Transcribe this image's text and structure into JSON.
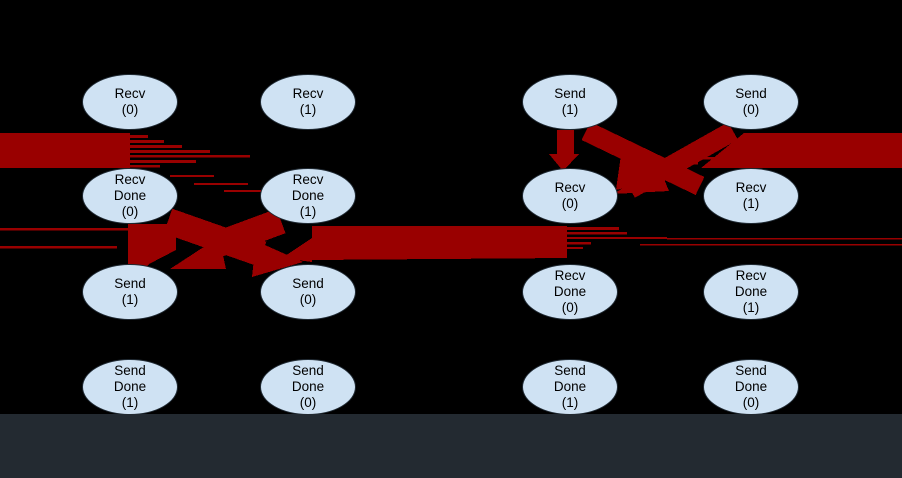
{
  "colors": {
    "background": "#000000",
    "footer_bar": "#232a31",
    "node_fill": "#cfe2f3",
    "node_border": "#202a33",
    "node_text": "#000000",
    "edge": "#990000"
  },
  "nodes": [
    {
      "label": "Recv\n(0)",
      "row": 0,
      "col": 0
    },
    {
      "label": "Recv\n(1)",
      "row": 0,
      "col": 1
    },
    {
      "label": "Send\n(1)",
      "row": 0,
      "col": 2
    },
    {
      "label": "Send\n(0)",
      "row": 0,
      "col": 3
    },
    {
      "label": "Recv\nDone\n(0)",
      "row": 1,
      "col": 0
    },
    {
      "label": "Recv\nDone\n(1)",
      "row": 1,
      "col": 1
    },
    {
      "label": "Recv\n(0)",
      "row": 1,
      "col": 2
    },
    {
      "label": "Recv\n(1)",
      "row": 1,
      "col": 3
    },
    {
      "label": "Send\n(1)",
      "row": 2,
      "col": 0
    },
    {
      "label": "Send\n(0)",
      "row": 2,
      "col": 1
    },
    {
      "label": "Recv\nDone\n(0)",
      "row": 2,
      "col": 2
    },
    {
      "label": "Recv\nDone\n(1)",
      "row": 2,
      "col": 3
    },
    {
      "label": "Send\nDone\n(1)",
      "row": 3,
      "col": 0
    },
    {
      "label": "Send\nDone\n(0)",
      "row": 3,
      "col": 1
    },
    {
      "label": "Send\nDone\n(1)",
      "row": 3,
      "col": 2
    },
    {
      "label": "Send\nDone\n(0)",
      "row": 3,
      "col": 3
    }
  ]
}
